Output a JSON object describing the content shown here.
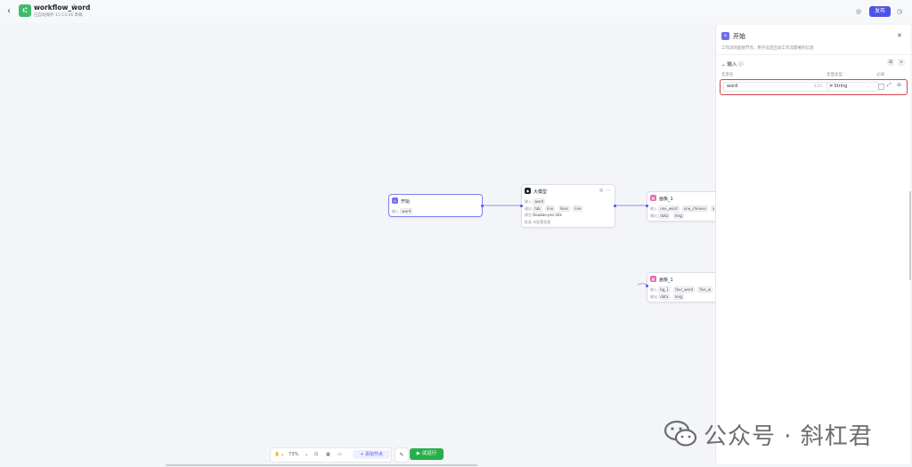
{
  "header": {
    "back_icon": "chevron-left-icon",
    "logo_icon": "workflow-icon",
    "title": "workflow_word",
    "edit_icon": "edit-icon",
    "subtitle": "已自动保存 11:13:26 草稿",
    "publish_label": "发布",
    "right_icons": [
      "settings-icon",
      "history-icon"
    ]
  },
  "canvas": {
    "nodes": {
      "start": {
        "title": "开始",
        "output_label": "输入",
        "output_value": "word"
      },
      "llm": {
        "title": "大模型",
        "input_label": "输入",
        "input_tag": "word",
        "output_label": "输出",
        "output_tags": [
          "tab",
          "line",
          "lines",
          "line"
        ],
        "model_label": "模型",
        "model_value": "Doubao-pro-32k",
        "batch_label": "批量",
        "batch_value": "未配置批量"
      },
      "image1": {
        "title": "画板_1",
        "input_label": "输入",
        "input_tags": [
          "one_word",
          "one_chinese",
          "a"
        ],
        "output_label": "输出",
        "output_tags": [
          "data",
          "msg"
        ]
      },
      "image2": {
        "title": "画板_1",
        "input_label": "输入",
        "input_tags": [
          "bg_1",
          "four_word",
          "five_w"
        ],
        "output_label": "输出",
        "output_tags": [
          "data",
          "msg"
        ]
      }
    }
  },
  "toolbar": {
    "hand_icon": "hand-icon",
    "zoom": "73%",
    "add_node_label": "添加节点",
    "test_run_label": "试运行"
  },
  "panel": {
    "title": "开始",
    "description": "工作流的起始节点，用于设定启动工作流需要的信息",
    "input_section": "输入",
    "columns": {
      "name": "变量名",
      "type": "变量类型",
      "required": "必填"
    },
    "row": {
      "name": "word",
      "count": "4/20",
      "type": "String"
    }
  },
  "watermark": {
    "text": "公众号 · 斜杠君"
  },
  "colors": {
    "accent": "#4d53e8",
    "run": "#26b04a",
    "highlight": "#d64545"
  }
}
